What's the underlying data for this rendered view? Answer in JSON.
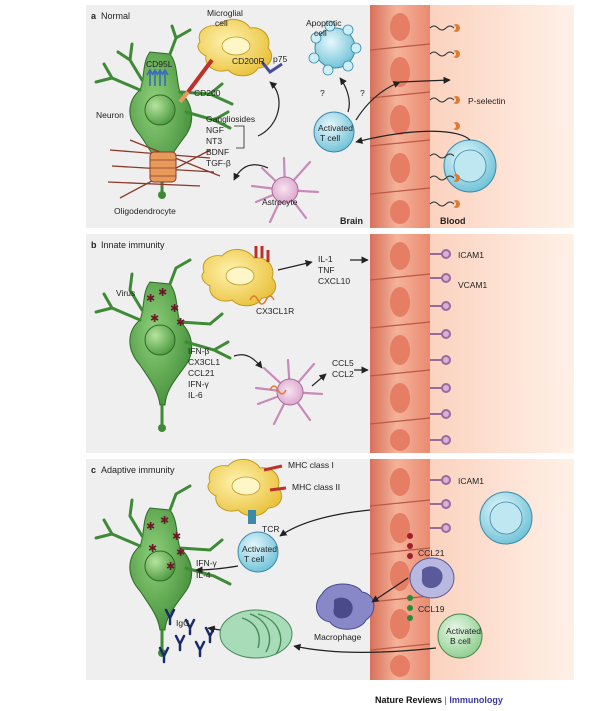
{
  "panels": {
    "a": {
      "letter": "a",
      "title": "Normal"
    },
    "b": {
      "letter": "b",
      "title": "Innate immunity"
    },
    "c": {
      "letter": "c",
      "title": "Adaptive immunity"
    }
  },
  "regions": {
    "brain": "Brain",
    "blood": "Blood"
  },
  "labels_a": {
    "microglial_1": "Microglial",
    "microglial_2": "cell",
    "apoptotic_1": "Apoptotic",
    "apoptotic_2": "cell",
    "cd95l": "CD95L",
    "cd200r": "CD200R",
    "p75": "p75",
    "cd200": "CD200",
    "neuron": "Neuron",
    "factors": [
      "Gangliosides",
      "NGF",
      "NT3",
      "BDNF",
      "TGF-β"
    ],
    "q1": "?",
    "q2": "?",
    "p_selectin": "P-selectin",
    "activated_1": "Activated",
    "activated_2": "T cell",
    "oligo": "Oligodendrocyte",
    "astrocyte": "Astrocyte"
  },
  "labels_b": {
    "virus": "Virus",
    "cytokines": [
      "IL-1",
      "TNF",
      "CXCL10"
    ],
    "icam1": "ICAM1",
    "vcam1": "VCAM1",
    "cx3cl1r": "CX3CL1R",
    "neuron_factors": [
      "IFN-β",
      "CX3CL1",
      "CCL21",
      "IFN-γ",
      "IL-6"
    ],
    "chemokines": [
      "CCL5",
      "CCL2"
    ]
  },
  "labels_c": {
    "mhc1": "MHC class I",
    "mhc2": "MHC class II",
    "icam1": "ICAM1",
    "tcr": "TCR",
    "activated_1": "Activated",
    "activated_2": "T cell",
    "ccl21": "CCL21",
    "ifn": "IFN-γ",
    "il4": "IL-4",
    "ccl19": "CCL19",
    "macrophage": "Macrophage",
    "igg": "IgG",
    "bcell_1": "Activated",
    "bcell_2": "B cell"
  },
  "credit": {
    "journal": "Nature Reviews",
    "separator": "|",
    "field": "Immunology"
  },
  "colors": {
    "neuron": "#5aa84a",
    "microglia": "#f5d64a",
    "tcell": "#9fd8e6",
    "astrocyte": "#e7c0dc",
    "endothelium": "#f2a88a",
    "blood": "#fde3d5",
    "panel_bg": "#eeeeee",
    "bcell": "#b8e0b8",
    "macrophage": "#7878b8",
    "plasma_cell": "#a8dcb8",
    "igg": "#1a2a6a",
    "virus": "#6a1a2a"
  }
}
